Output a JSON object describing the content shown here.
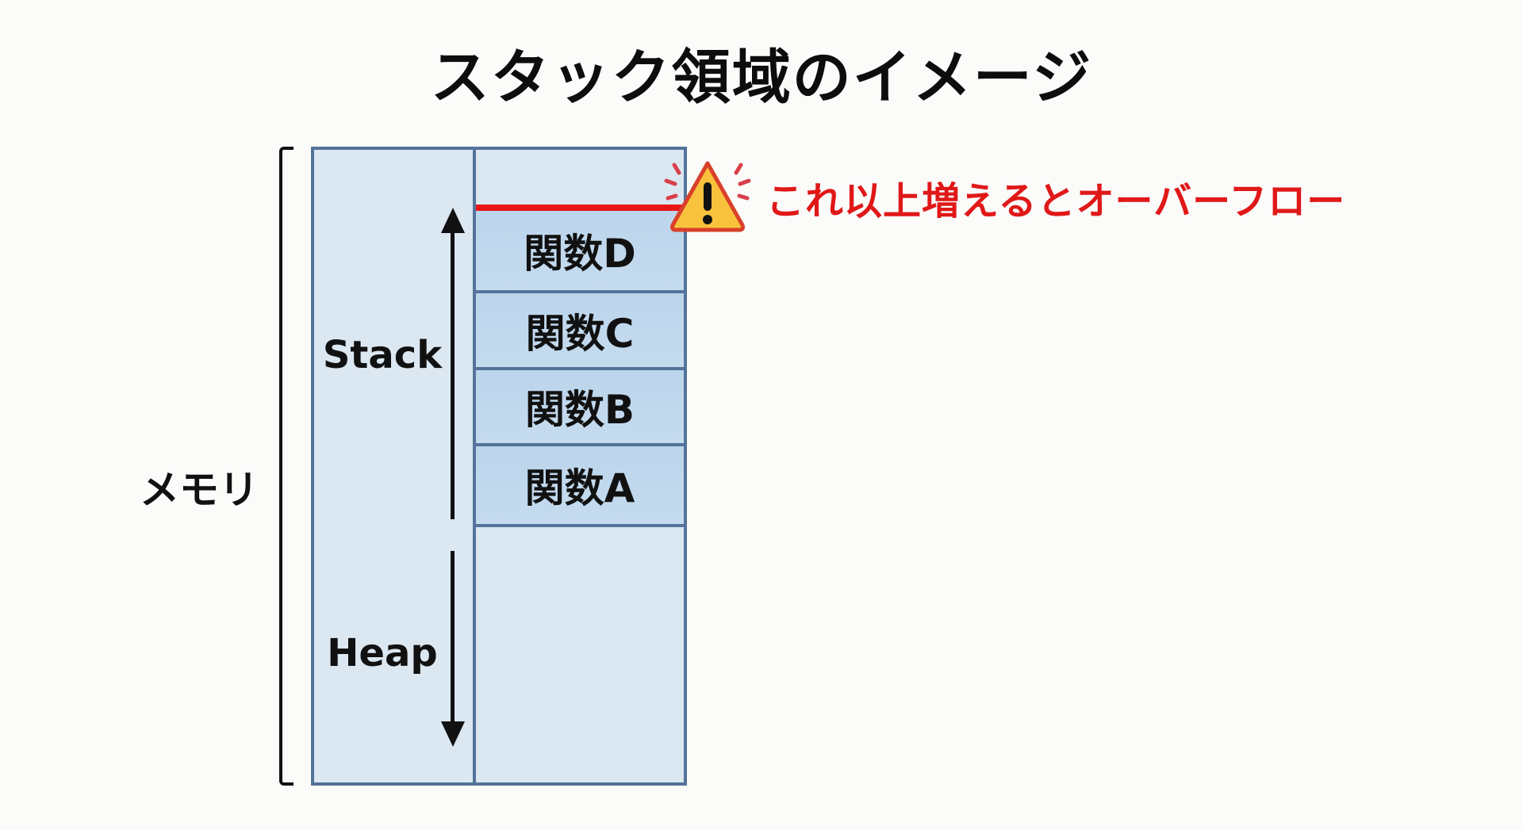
{
  "title": "スタック領域のイメージ",
  "memory_label": "メモリ",
  "regions": {
    "stack": "Stack",
    "heap": "Heap"
  },
  "stack_frames": [
    {
      "label": "関数D"
    },
    {
      "label": "関数C"
    },
    {
      "label": "関数B"
    },
    {
      "label": "関数A"
    }
  ],
  "warning": {
    "icon": "warning-triangle-icon",
    "text": "これ以上増えるとオーバーフロー",
    "color": "#e01818"
  },
  "colors": {
    "region_fill": "#dbe7f1",
    "frame_fill": "#bcd5ec",
    "border": "#53739a",
    "limit_line": "#e81616",
    "warning_fill": "#f9c23c"
  }
}
